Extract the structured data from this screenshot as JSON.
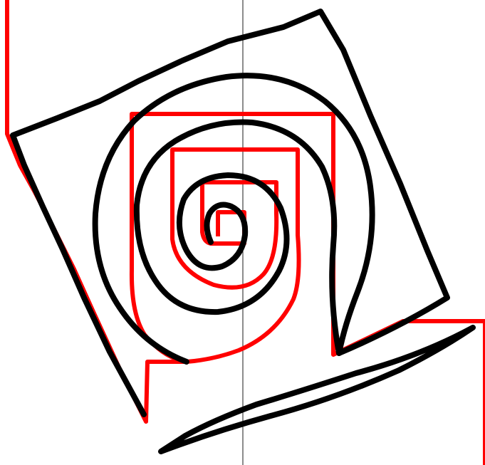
{
  "figure": {
    "colors": {
      "red_path": "#ff0000",
      "black_path": "#000000",
      "guide_line": "#1a1a1a",
      "background": "#ffffff"
    },
    "elements": [
      "vertical-guide-line",
      "red-square-spiral",
      "black-hand-drawn-spiral"
    ]
  }
}
